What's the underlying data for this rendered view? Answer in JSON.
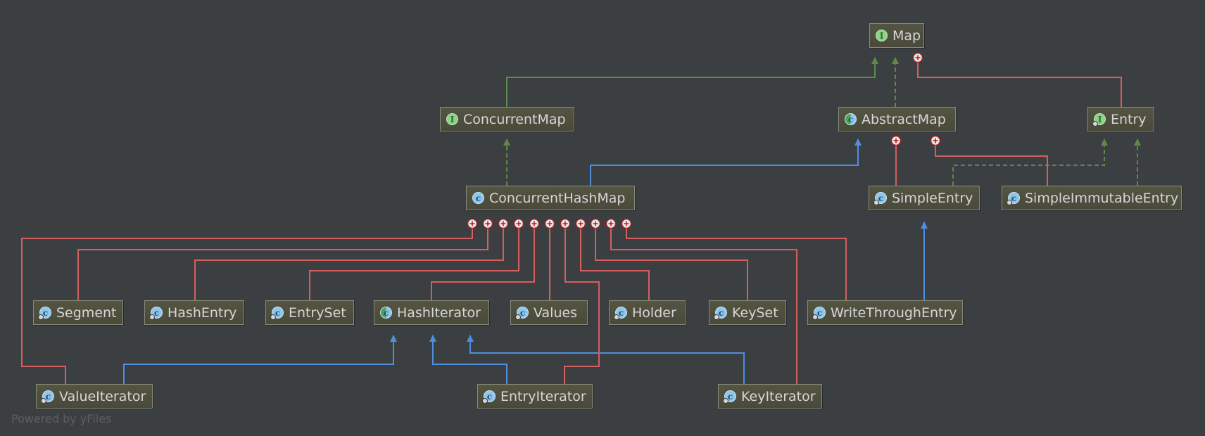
{
  "watermark": "Powered by yFiles",
  "colors": {
    "background": "#3c3f41",
    "implements": "#5d8a4a",
    "extends": "#4e8fe0",
    "inner": "#d35f5f"
  },
  "nodes": {
    "map": {
      "label": "Map",
      "kind": "interface",
      "icon": "interface-icon"
    },
    "concurrent_map": {
      "label": "ConcurrentMap",
      "kind": "interface",
      "icon": "interface-icon"
    },
    "abstract_map": {
      "label": "AbstractMap",
      "kind": "abstract",
      "icon": "abstract-class-icon"
    },
    "entry": {
      "label": "Entry",
      "kind": "interface",
      "icon": "interface-icon"
    },
    "concurrent_hash_map": {
      "label": "ConcurrentHashMap",
      "kind": "class",
      "icon": "class-icon"
    },
    "simple_entry": {
      "label": "SimpleEntry",
      "kind": "class",
      "icon": "class-icon"
    },
    "simple_immutable_entry": {
      "label": "SimpleImmutableEntry",
      "kind": "class",
      "icon": "class-icon"
    },
    "segment": {
      "label": "Segment",
      "kind": "class",
      "icon": "class-icon"
    },
    "hash_entry": {
      "label": "HashEntry",
      "kind": "class",
      "icon": "class-icon"
    },
    "entry_set": {
      "label": "EntrySet",
      "kind": "class",
      "icon": "class-icon"
    },
    "hash_iterator": {
      "label": "HashIterator",
      "kind": "abstract",
      "icon": "abstract-class-icon"
    },
    "values": {
      "label": "Values",
      "kind": "class",
      "icon": "class-icon"
    },
    "holder": {
      "label": "Holder",
      "kind": "class",
      "icon": "class-icon"
    },
    "key_set": {
      "label": "KeySet",
      "kind": "class",
      "icon": "class-icon"
    },
    "write_through_entry": {
      "label": "WriteThroughEntry",
      "kind": "class",
      "icon": "class-icon"
    },
    "value_iterator": {
      "label": "ValueIterator",
      "kind": "class",
      "icon": "class-icon"
    },
    "entry_iterator": {
      "label": "EntryIterator",
      "kind": "class",
      "icon": "class-icon"
    },
    "key_iterator": {
      "label": "KeyIterator",
      "kind": "class",
      "icon": "class-icon"
    }
  }
}
